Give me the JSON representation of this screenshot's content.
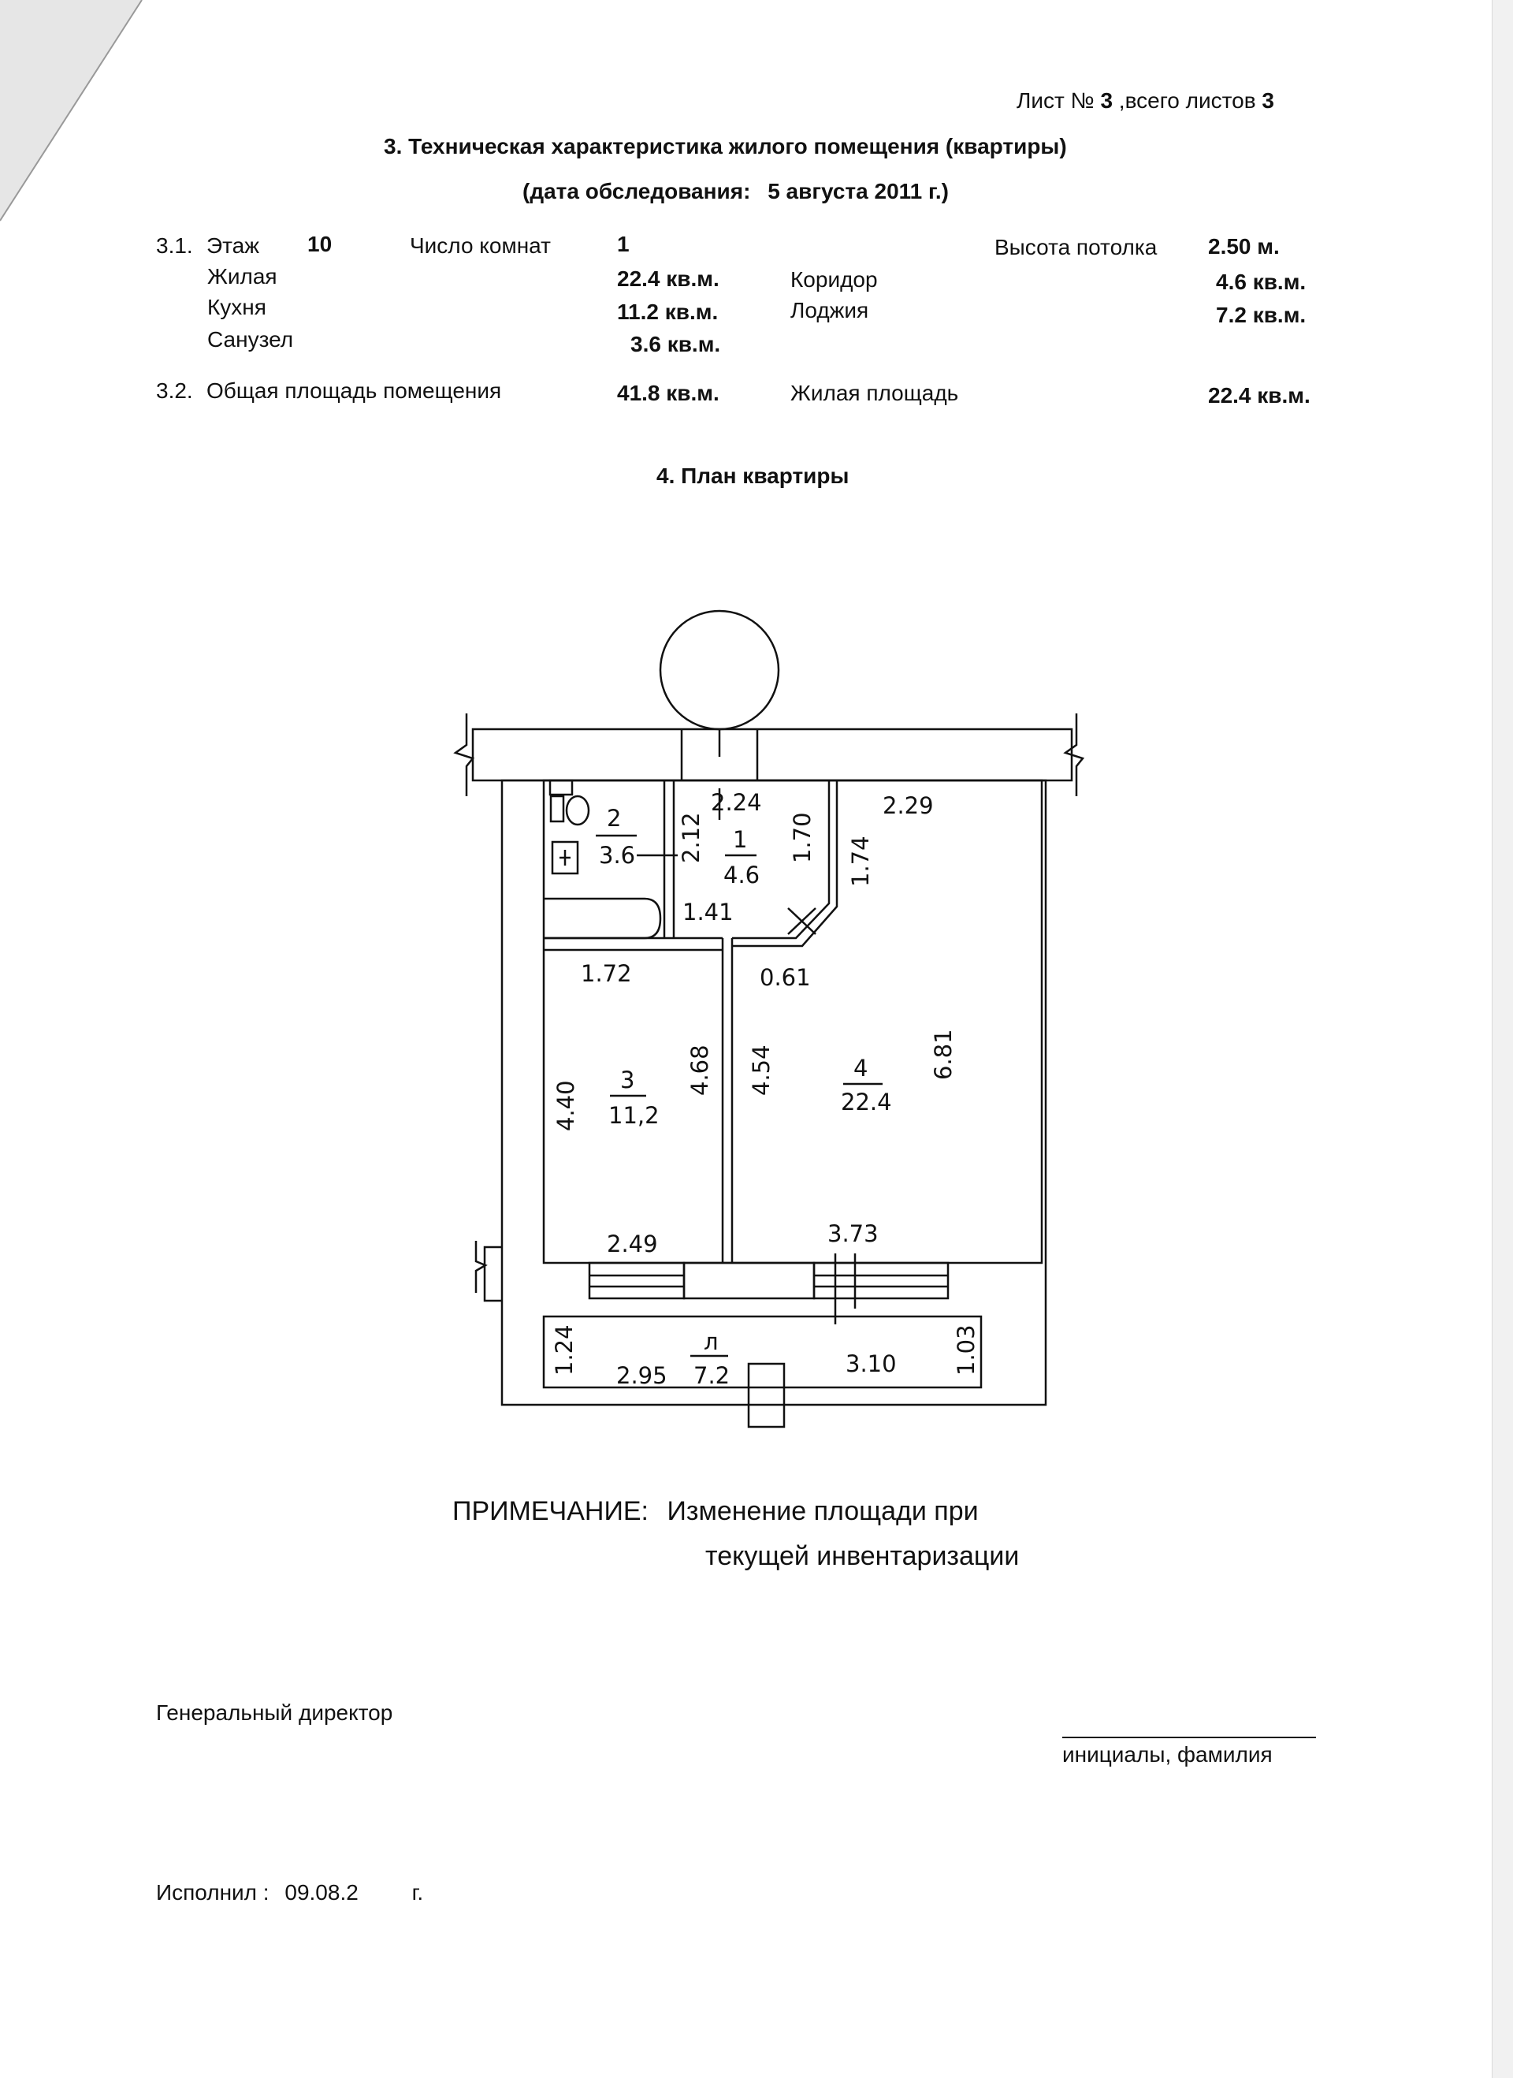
{
  "header": {
    "sheet_label": "Лист №",
    "sheet_number": "3",
    "total_label": ",всего листов",
    "total_number": "3",
    "section_title": "3. Техническая характеристика жилого помещения (квартиры)",
    "survey_date_label": "(дата обследования:",
    "survey_date_value": "5 августа 2011 г.)"
  },
  "characteristics": {
    "section_number": "3.1.",
    "floor_label": "Этаж",
    "floor_value": "10",
    "rooms_label": "Число комнат",
    "rooms_value": "1",
    "ceiling_label": "Высота потолка",
    "ceiling_value": "2.50 м.",
    "living_label": "Жилая",
    "living_value": "22.4 кв.м.",
    "corridor_label": "Коридор",
    "corridor_value": "4.6 кв.м.",
    "kitchen_label": "Кухня",
    "kitchen_value": "11.2 кв.м.",
    "loggia_label": "Лоджия",
    "loggia_value": "7.2 кв.м.",
    "bathroom_label": "Санузел",
    "bathroom_value": "3.6 кв.м."
  },
  "totals": {
    "section_number": "3.2.",
    "total_area_label": "Общая площадь помещения",
    "total_area_value": "41.8 кв.м.",
    "living_area_label": "Жилая площадь",
    "living_area_value": "22.4 кв.м."
  },
  "plan": {
    "title": "4. План квартиры",
    "rooms": [
      {
        "number": "1",
        "area": "4.6"
      },
      {
        "number": "2",
        "area": "3.6"
      },
      {
        "number": "3",
        "area": "11,2"
      },
      {
        "number": "4",
        "area": "22.4"
      },
      {
        "number": "л",
        "area": "7.2"
      }
    ],
    "dimensions": {
      "d224": "2.24",
      "d229": "2.29",
      "d212": "2.12",
      "d170": "1.70",
      "d174": "1.74",
      "d141": "1.41",
      "d172": "1.72",
      "d061": "0.61",
      "d440": "4.40",
      "d468": "4.68",
      "d454": "4.54",
      "d681": "6.81",
      "d249": "2.49",
      "d373": "3.73",
      "d124": "1.24",
      "d295": "2.95",
      "d310": "3.10",
      "d103": "1.03"
    }
  },
  "note": {
    "label": "ПРИМЕЧАНИЕ:",
    "line1": "Изменение площади при",
    "line2": "текущей инвентаризации"
  },
  "signature": {
    "position": "Генеральный директор",
    "name_caption": "инициалы, фамилия"
  },
  "executed": {
    "label": "Исполнил :",
    "date": "09.08.2",
    "suffix": "г."
  }
}
